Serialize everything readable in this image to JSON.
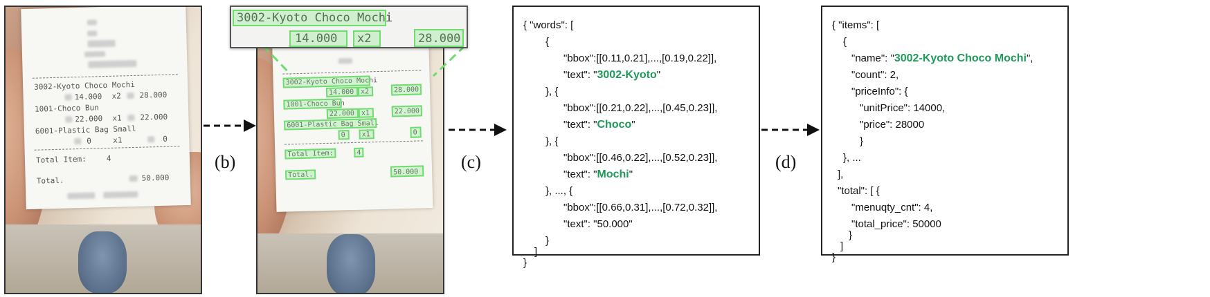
{
  "receipt": {
    "lines": [
      "3002-Kyoto Choco Mochi",
      "14.000",
      "x2",
      "28.000",
      "1001-Choco Bun",
      "22.000",
      "x1",
      "22.000",
      "6001-Plastic Bag Small",
      "0",
      "x1",
      "0",
      "Total Item:",
      "4",
      "Total.",
      "50.000"
    ]
  },
  "zoom": {
    "name": "3002-Kyoto Choco Mochi",
    "unit_price": "14.000",
    "count": "x2",
    "price": "28.000"
  },
  "labels": {
    "b": "(b)",
    "c": "(c)",
    "d": "(d)"
  },
  "words_json": {
    "lines": [
      "{ \"words\": [",
      "{",
      "\"bbox\":[[0.11,0.21],...,[0.19,0.22]],",
      "\"text\": \"",
      "3002-Kyoto",
      "\"",
      "}, {",
      "\"bbox\":[[0.21,0.22],...,[0.45,0.23]],",
      "\"text\": \"",
      "Choco",
      "\"",
      "}, {",
      "\"bbox\":[[0.46,0.22],...,[0.52,0.23]],",
      "\"text\": \"",
      "Mochi",
      "\"",
      "}, ..., {",
      "\"bbox\":[[0.66,0.31],...,[0.72,0.32]],",
      "\"text\": \"50.000\"",
      "}",
      "]",
      "}"
    ]
  },
  "items_json": {
    "lines": [
      "{ \"items\": [",
      "{",
      "\"name\": \"",
      "3002-Kyoto Choco Mochi",
      "\",",
      "\"count\": 2,",
      "\"priceInfo\": {",
      "\"unitPrice\": 14000,",
      "\"price\": 28000",
      "}",
      "}, ...",
      "],",
      "\"total\": [ {",
      "\"menuqty_cnt\": 4,",
      "\"total_price\": 50000",
      "}",
      "]",
      "}"
    ]
  },
  "colors": {
    "highlight": "#1f9a5b",
    "box_green": "#6fdc6f"
  }
}
